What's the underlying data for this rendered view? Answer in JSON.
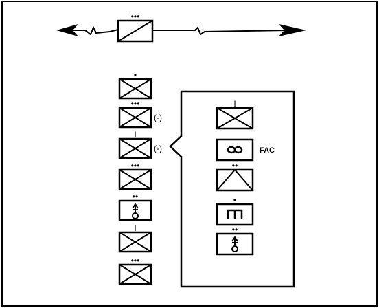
{
  "boundary": {
    "echelon": "•••"
  },
  "left_column": [
    {
      "symbol": "infantry",
      "echelon": "•",
      "qualifier": ""
    },
    {
      "symbol": "infantry",
      "echelon": "•••",
      "qualifier": "(-)"
    },
    {
      "symbol": "infantry",
      "echelon": "I",
      "qualifier": "(-)"
    },
    {
      "symbol": "infantry",
      "echelon": "•••",
      "qualifier": ""
    },
    {
      "symbol": "support",
      "echelon": "••",
      "qualifier": ""
    },
    {
      "symbol": "infantry",
      "echelon": "I",
      "qualifier": ""
    },
    {
      "symbol": "infantry",
      "echelon": "•••",
      "qualifier": ""
    }
  ],
  "callout_column": [
    {
      "symbol": "infantry",
      "echelon": "I",
      "label": ""
    },
    {
      "symbol": "fac",
      "echelon": "",
      "label": "FAC"
    },
    {
      "symbol": "triangle",
      "echelon": "••",
      "label": ""
    },
    {
      "symbol": "engineer",
      "echelon": "•",
      "label": ""
    },
    {
      "symbol": "support",
      "echelon": "••",
      "label": ""
    }
  ],
  "colors": {
    "ink": "#000000",
    "paper": "#ffffff"
  }
}
